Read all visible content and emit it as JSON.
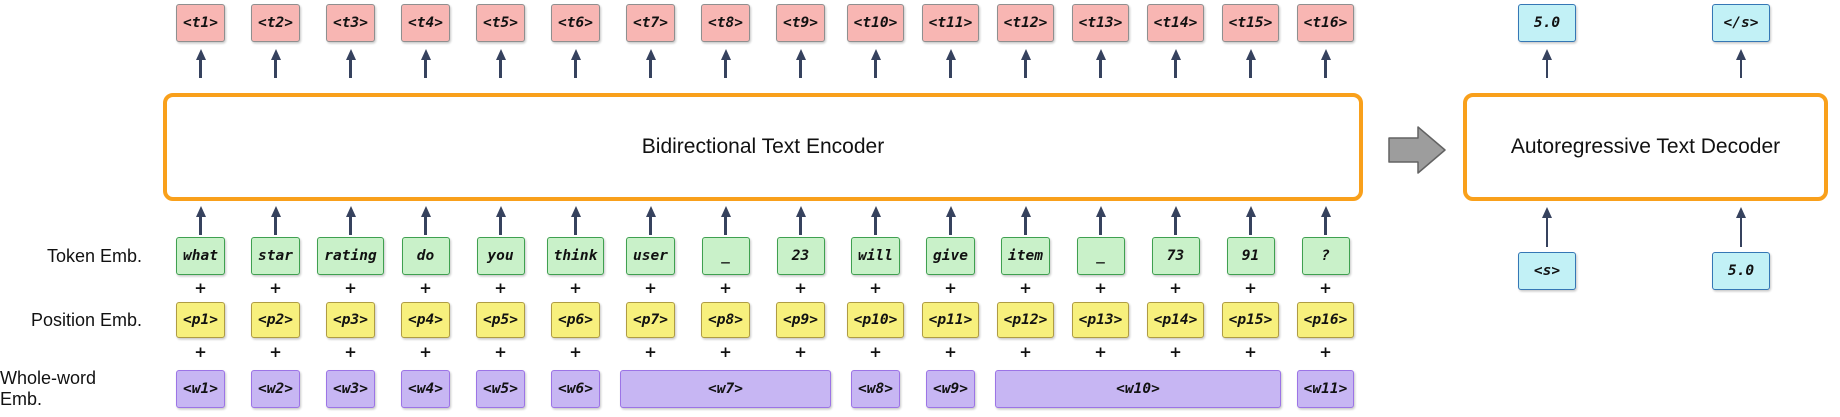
{
  "diagram": {
    "encoder_label": "Bidirectional Text Encoder",
    "decoder_label": "Autoregressive Text Decoder",
    "row_labels": {
      "token": "Token Emb.",
      "position": "Position Emb.",
      "wholeword": "Whole-word Emb."
    },
    "plus_symbol": "+",
    "output_tokens": [
      "<t1>",
      "<t2>",
      "<t3>",
      "<t4>",
      "<t5>",
      "<t6>",
      "<t7>",
      "<t8>",
      "<t9>",
      "<t10>",
      "<t11>",
      "<t12>",
      "<t13>",
      "<t14>",
      "<t15>",
      "<t16>"
    ],
    "token_emb": [
      "what",
      "star",
      "rating",
      "do",
      "you",
      "think",
      "user",
      "_",
      "23",
      "will",
      "give",
      "item",
      "_",
      "73",
      "91",
      "?"
    ],
    "position_emb": [
      "<p1>",
      "<p2>",
      "<p3>",
      "<p4>",
      "<p5>",
      "<p6>",
      "<p7>",
      "<p8>",
      "<p9>",
      "<p10>",
      "<p11>",
      "<p12>",
      "<p13>",
      "<p14>",
      "<p15>",
      "<p16>"
    ],
    "wholeword_emb": [
      {
        "label": "<w1>",
        "span": 1
      },
      {
        "label": "<w2>",
        "span": 1
      },
      {
        "label": "<w3>",
        "span": 1
      },
      {
        "label": "<w4>",
        "span": 1
      },
      {
        "label": "<w5>",
        "span": 1
      },
      {
        "label": "<w6>",
        "span": 1
      },
      {
        "label": "<w7>",
        "span": 3
      },
      {
        "label": "<w8>",
        "span": 1
      },
      {
        "label": "<w9>",
        "span": 1
      },
      {
        "label": "<w10>",
        "span": 4
      },
      {
        "label": "<w11>",
        "span": 1
      }
    ],
    "decoder": {
      "outputs": [
        "5.0",
        "</s>"
      ],
      "inputs": [
        "<s>",
        "5.0"
      ]
    },
    "colors": {
      "accent-orange": "#F9A01B",
      "arrow-navy": "#36425E",
      "pink-bg": "#F8B6B3",
      "pink-border": "#8F8F8F",
      "green-bg": "#C9F1C9",
      "green-border": "#3FA050",
      "yellow-bg": "#F7F07D",
      "yellow-border": "#AF9C43",
      "purple-bg": "#C7B6F3",
      "purple-border": "#9C74E6",
      "cyan-bg": "#C2F1F6",
      "cyan-border": "#3577B5",
      "gray-arrow": "#9D9D9D"
    }
  }
}
